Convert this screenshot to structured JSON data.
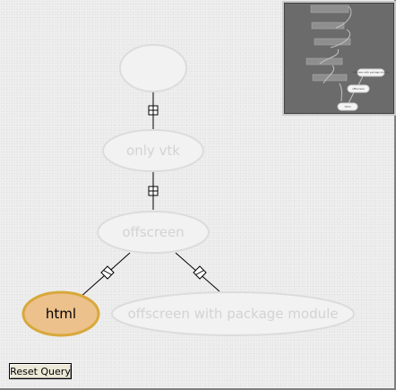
{
  "colors": {
    "canvas": "#efefef",
    "ghost_node_fill": "#f2f2f2",
    "ghost_node_stroke": "#dcdcdc",
    "ghost_text": "#d3d3d3",
    "selected_node_fill": "#ecc18c",
    "selected_node_stroke": "#d8a83b",
    "selected_text": "#000000",
    "edge": "#000000"
  },
  "version_tree": {
    "nodes": [
      {
        "id": "root",
        "label": ""
      },
      {
        "id": "only_vtk",
        "label": "only vtk"
      },
      {
        "id": "offscreen",
        "label": "offscreen"
      },
      {
        "id": "html",
        "label": "html"
      },
      {
        "id": "offscreen_pkg",
        "label": "offscreen with package module"
      }
    ],
    "edges": [
      {
        "from": "root",
        "to": "only_vtk",
        "marker": "expand-box"
      },
      {
        "from": "only_vtk",
        "to": "offscreen",
        "marker": "expand-box"
      },
      {
        "from": "offscreen",
        "to": "html",
        "marker": "diamond"
      },
      {
        "from": "offscreen",
        "to": "offscreen_pkg",
        "marker": "diamond"
      }
    ],
    "selected": "html"
  },
  "minimap": {
    "labels": [
      "offscreen with package module",
      "offscreen",
      "html"
    ]
  },
  "reset_button": {
    "label": "Reset Query"
  }
}
